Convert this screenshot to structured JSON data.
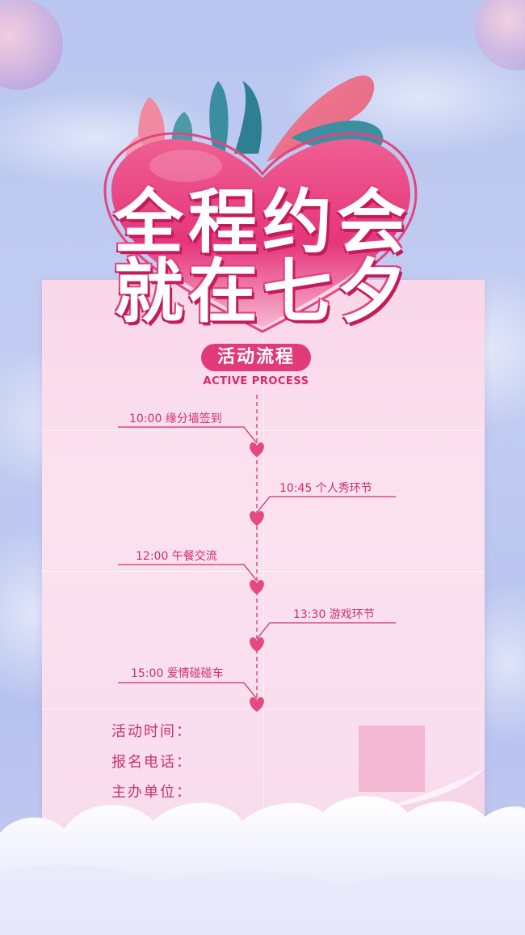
{
  "title": {
    "line1": "全程约会",
    "line2": "就在七夕"
  },
  "section": {
    "badge": "活动流程",
    "subtitle": "ACTIVE PROCESS"
  },
  "timeline": [
    {
      "label": "10:00 缘分墙签到",
      "side": "left"
    },
    {
      "label": "10:45 个人秀环节",
      "side": "right"
    },
    {
      "label": "12:00 午餐交流",
      "side": "left"
    },
    {
      "label": "13:30 游戏环节",
      "side": "right"
    },
    {
      "label": "15:00 爱情碰碰车",
      "side": "left"
    }
  ],
  "info": {
    "time_label": "活动时间：",
    "phone_label": "报名电话：",
    "host_label": "主办单位："
  },
  "colors": {
    "accent": "#e23a79",
    "text_pink": "#cf2f6c",
    "paper": "#fbe2ef",
    "background": "#c3cdf2"
  }
}
